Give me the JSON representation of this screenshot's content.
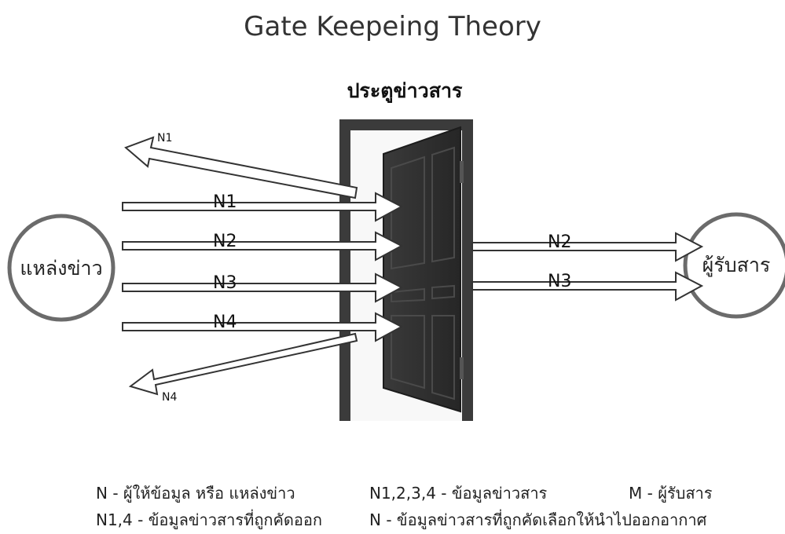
{
  "title": "Gate Keepeing Theory",
  "gate_label": "ประตูข่าวสาร",
  "source_label": "แหล่งข่าว",
  "receiver_label": "ผู้รับสาร",
  "arrows": {
    "rejected_top": "N1",
    "in": [
      "N1",
      "N2",
      "N3",
      "N4"
    ],
    "out": [
      "N2",
      "N3"
    ],
    "rejected_bottom": "N4"
  },
  "legend": {
    "row1": {
      "left": "N - ผู้ให้ข้อมูล หรือ แหล่งข่าว",
      "middle": "N1,2,3,4 - ข้อมูลข่าวสาร",
      "right": "M - ผู้รับสาร"
    },
    "row2": {
      "left": "N1,4 - ข้อมูลข่าวสารที่ถูกคัดออก",
      "right": "N - ข้อมูลข่าวสารที่ถูกคัดเลือกให้นำไปออกอากาศ"
    }
  },
  "colors": {
    "circle_stroke": "#6b6b6b",
    "frame": "#3b3b3b",
    "door": "#2e2e2e",
    "arrow_fill": "#ffffff",
    "arrow_stroke": "#333333"
  }
}
